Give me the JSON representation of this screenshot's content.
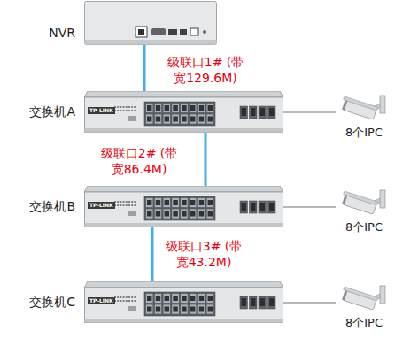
{
  "diagram": {
    "nodes": [
      {
        "text": [
          "NVR"
        ]
      },
      {
        "text": [
          "交换机A"
        ]
      },
      {
        "text": [
          "8个IPC"
        ]
      },
      {
        "text": [
          "交换机B"
        ]
      },
      {
        "text": [
          "8个IPC"
        ]
      },
      {
        "text": [
          "交换机C"
        ]
      },
      {
        "text": [
          "8个IPC"
        ]
      }
    ],
    "edges": [
      {
        "from": 0,
        "to": 1,
        "arrow": "none",
        "label": "级联口1# (带宽129.6M)"
      },
      {
        "from": 1,
        "to": 2,
        "arrow": "none"
      },
      {
        "from": 1,
        "to": 3,
        "arrow": "none",
        "label": "级联口2# (带宽86.4M)"
      },
      {
        "from": 3,
        "to": 4,
        "arrow": "none"
      },
      {
        "from": 3,
        "to": 5,
        "arrow": "none",
        "label": "级联口3# (带宽43.2M)"
      },
      {
        "from": 5,
        "to": 6,
        "arrow": "none"
      }
    ],
    "labels": [
      "TP-LINK",
      "TP-LINK",
      "TP-LINK"
    ]
  }
}
